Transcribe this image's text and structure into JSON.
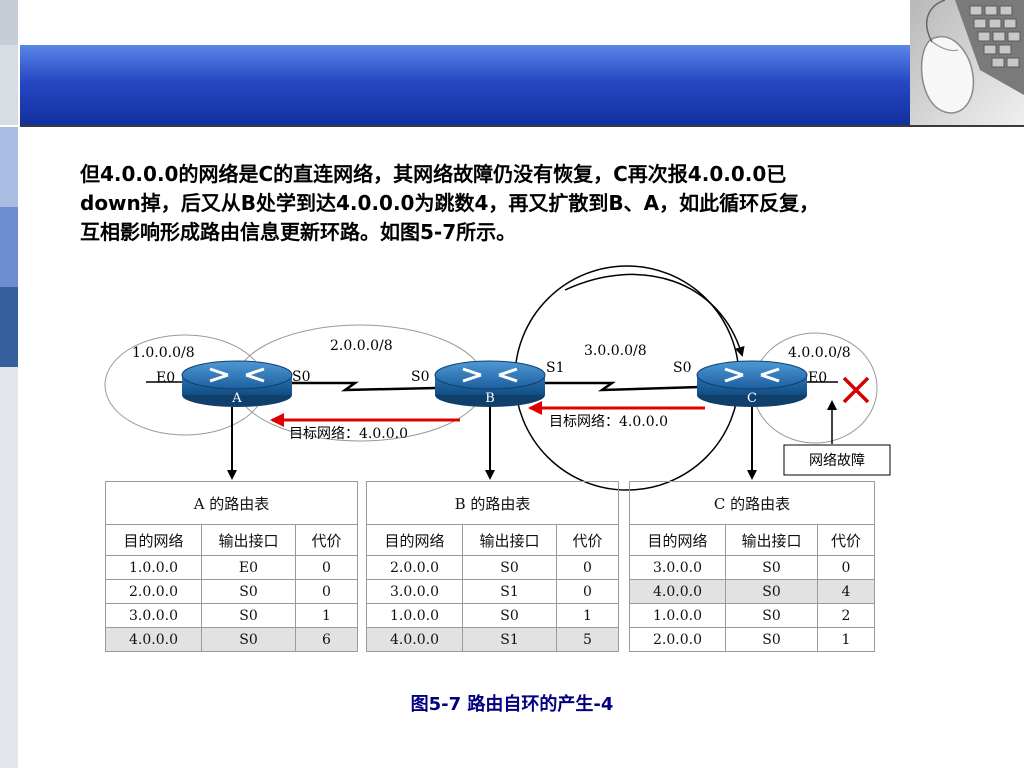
{
  "paragraph": {
    "line1": "但4.0.0.0的网络是C的直连网络，其网络故障仍没有恢复，C再次报4.0.0.0已",
    "line2": "down掉，后又从B处学到达4.0.0.0为跳数4，再又扩散到B、A，如此循环反复，",
    "line3": "互相影响形成路由信息更新环路。如图5-7所示。"
  },
  "diagram": {
    "net_1": "1.0.0.0/8",
    "net_2": "2.0.0.0/8",
    "net_3": "3.0.0.0/8",
    "net_4": "4.0.0.0/8",
    "a_e0": "E0",
    "a_s0": "S0",
    "b_s0": "S0",
    "b_s1": "S1",
    "c_s0": "S0",
    "c_e0": "E0",
    "router_a": "A",
    "router_b": "B",
    "router_c": "C",
    "target_ba": "目标网络：4.0.0.0",
    "target_cb": "目标网络：4.0.0.0",
    "fault_label": "网络故障"
  },
  "colors": {
    "router": "#1f6fb2",
    "arrow_red": "#e00000",
    "fault_x": "#d40000",
    "header_blue": "#2748c4",
    "caption": "#000080"
  },
  "tables": [
    {
      "title": "A  的路由表",
      "headers": [
        "目的网络",
        "输出接口",
        "代价"
      ],
      "rows": [
        [
          "1.0.0.0",
          "E0",
          "0"
        ],
        [
          "2.0.0.0",
          "S0",
          "0"
        ],
        [
          "3.0.0.0",
          "S0",
          "1"
        ],
        [
          "4.0.0.0",
          "S0",
          "6"
        ]
      ]
    },
    {
      "title": "B  的路由表",
      "headers": [
        "目的网络",
        "输出接口",
        "代价"
      ],
      "rows": [
        [
          "2.0.0.0",
          "S0",
          "0"
        ],
        [
          "3.0.0.0",
          "S1",
          "0"
        ],
        [
          "1.0.0.0",
          "S0",
          "1"
        ],
        [
          "4.0.0.0",
          "S1",
          "5"
        ]
      ]
    },
    {
      "title": "C  的路由表",
      "headers": [
        "目的网络",
        "输出接口",
        "代价"
      ],
      "rows": [
        [
          "3.0.0.0",
          "S0",
          "0"
        ],
        [
          "4.0.0.0",
          "S0",
          "4"
        ],
        [
          "1.0.0.0",
          "S0",
          "2"
        ],
        [
          "2.0.0.0",
          "S0",
          "1"
        ]
      ]
    }
  ],
  "caption": "图5-7  路由自环的产生-4"
}
